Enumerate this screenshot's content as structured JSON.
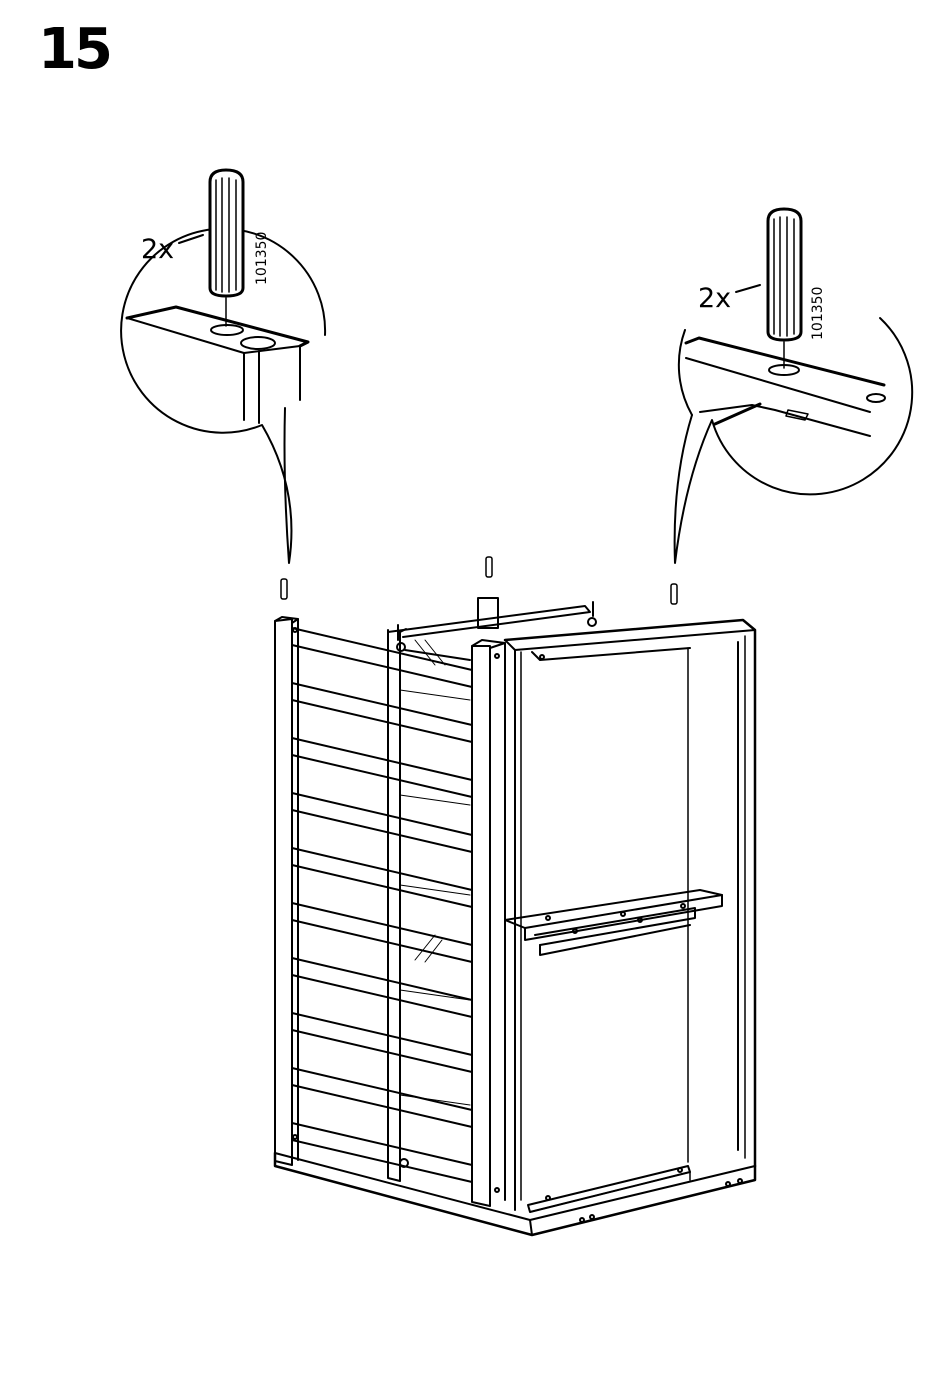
{
  "step": {
    "number": "15"
  },
  "callouts": [
    {
      "quantity": "2x",
      "part_number": "101350"
    },
    {
      "quantity": "2x",
      "part_number": "101350"
    }
  ],
  "colors": {
    "ink": "#000000",
    "paper": "#ffffff"
  },
  "icons": [
    "wooden-dowel-icon"
  ]
}
